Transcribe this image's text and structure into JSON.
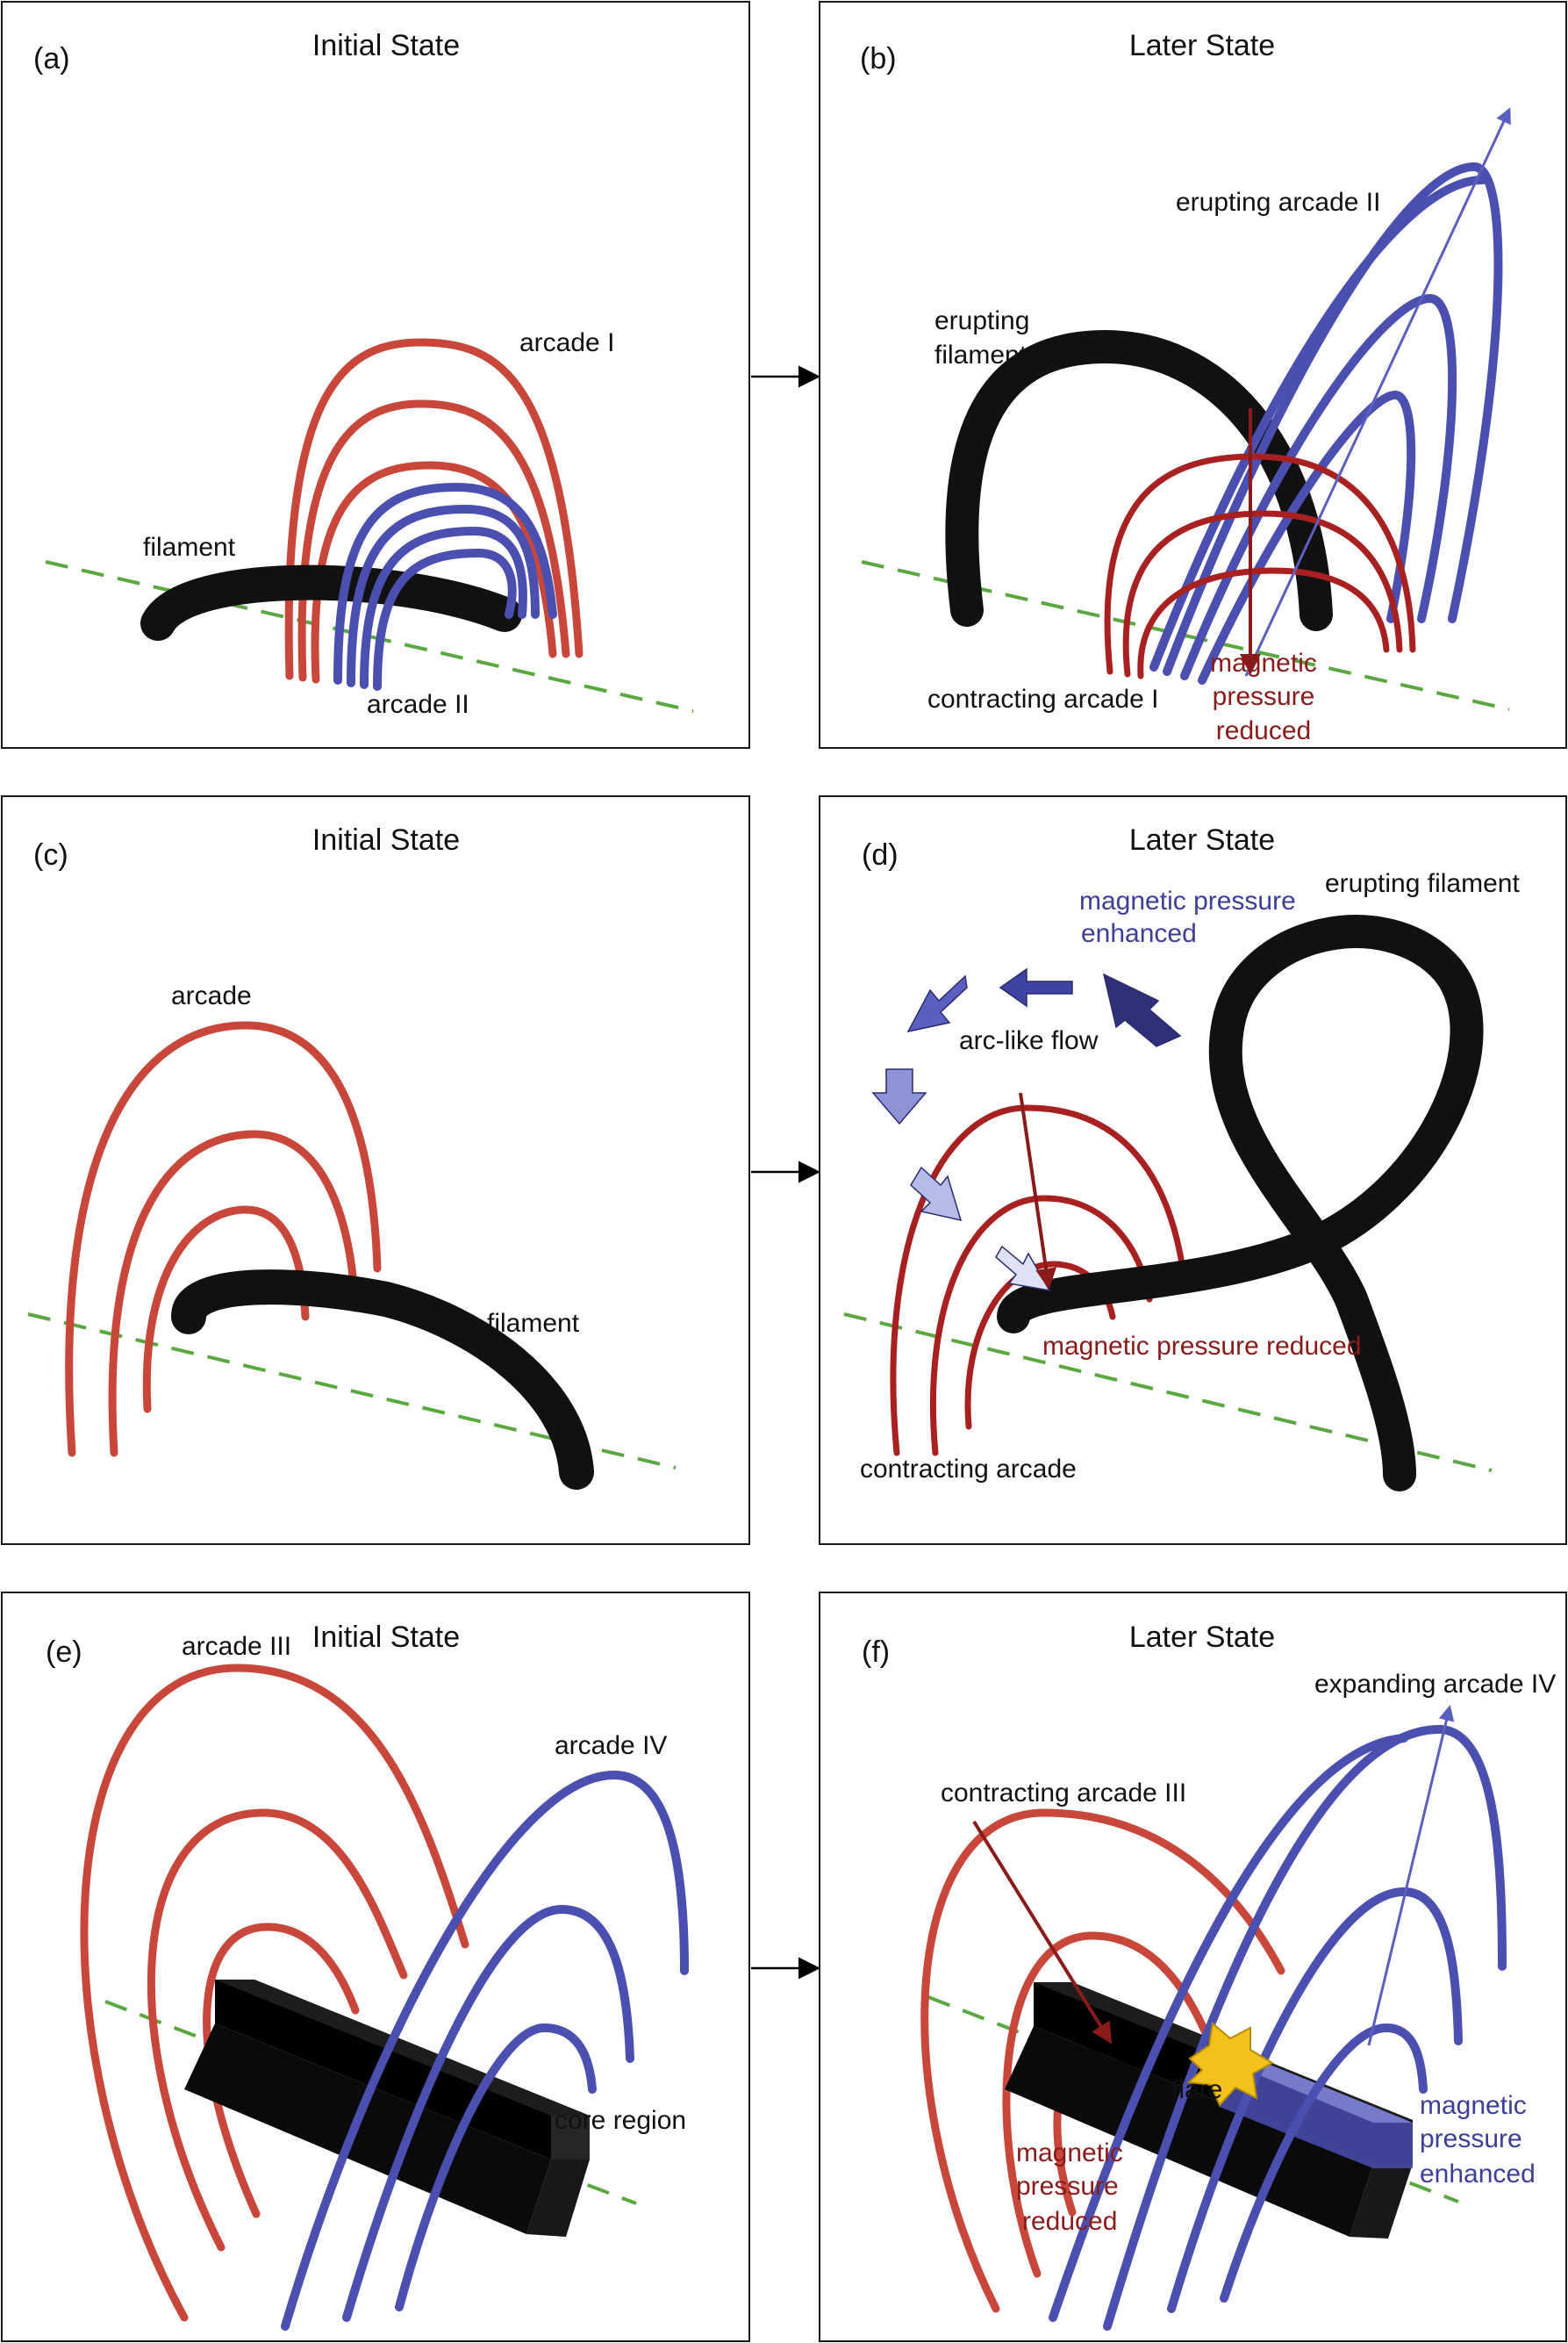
{
  "panels": {
    "a": {
      "letter": "(a)",
      "title": "Initial State",
      "labels": {
        "arcade_i": "arcade I",
        "filament": "filament",
        "arcade_ii": "arcade II"
      }
    },
    "b": {
      "letter": "(b)",
      "title": "Later State",
      "labels": {
        "erupting_arcade_ii": "erupting arcade II",
        "erupting_filament_1": "erupting",
        "erupting_filament_2": "filament",
        "contracting_arcade_i": "contracting arcade I",
        "mp_1": "magnetic",
        "mp_2": "pressure",
        "mp_3": "reduced"
      }
    },
    "c": {
      "letter": "(c)",
      "title": "Initial State",
      "labels": {
        "arcade": "arcade",
        "filament": "filament"
      }
    },
    "d": {
      "letter": "(d)",
      "title": "Later State",
      "labels": {
        "mpe_1": "magnetic pressure",
        "mpe_2": "enhanced",
        "erupting_filament": "erupting filament",
        "arc_flow": "arc-like flow",
        "mpr": "magnetic pressure reduced",
        "contracting_arcade": "contracting arcade"
      }
    },
    "e": {
      "letter": "(e)",
      "title": "Initial State",
      "labels": {
        "arcade_iii": "arcade III",
        "arcade_iv": "arcade IV",
        "core_region": "core region"
      }
    },
    "f": {
      "letter": "(f)",
      "title": "Later State",
      "labels": {
        "expanding_arcade_iv": "expanding arcade IV",
        "contracting_arcade_iii": "contracting arcade III",
        "flare": "flare",
        "mpe_1": "magnetic",
        "mpe_2": "pressure",
        "mpe_3": "enhanced",
        "mpr_1": "magnetic",
        "mpr_2": "pressure",
        "mpr_3": "reduced"
      }
    }
  },
  "colors": {
    "arcade_red": "#c8473a",
    "arcade_blue": "#4a4fb0",
    "filament": "#111111",
    "neutral_line": "#5aa83f",
    "arrow_red": "#8b1a1a",
    "arrow_blue": "#5a5fc0",
    "flare": "#f2c21b"
  }
}
